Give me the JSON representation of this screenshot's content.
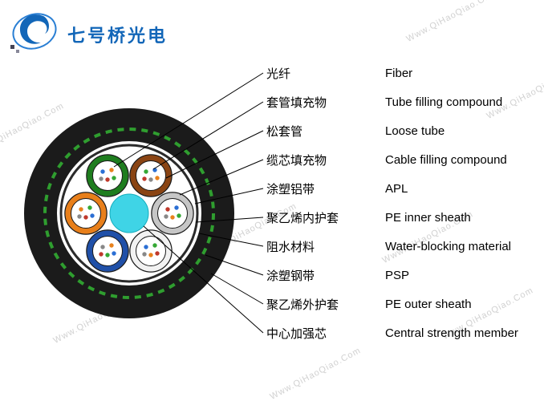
{
  "logo": {
    "text": "七号桥光电"
  },
  "watermark": {
    "text": "Www.QiHaoQiao.Com"
  },
  "labels": [
    {
      "cn": "光纤",
      "en": "Fiber"
    },
    {
      "cn": "套管填充物",
      "en": "Tube filling compound"
    },
    {
      "cn": "松套管",
      "en": "Loose tube"
    },
    {
      "cn": "缆芯填充物",
      "en": "Cable filling compound"
    },
    {
      "cn": "涂塑铝带",
      "en": "APL"
    },
    {
      "cn": "聚乙烯内护套",
      "en": "PE inner sheath"
    },
    {
      "cn": "阻水材料",
      "en": "Water-blocking material"
    },
    {
      "cn": "涂塑钢带",
      "en": "PSP"
    },
    {
      "cn": "聚乙烯外护套",
      "en": "PE outer sheath"
    },
    {
      "cn": "中心加强芯",
      "en": "Central strength member"
    }
  ],
  "colors": {
    "logo_blue": "#1266b8",
    "watermark_gray": "#c9c9c9",
    "outer_sheath_black": "#1b1b1b",
    "water_block_green": "#2f9e2f",
    "central_cyan": "#3fd4e6",
    "tube_green": "#1e7d1e",
    "tube_brown": "#8a4413",
    "tube_orange": "#e87f1a",
    "tube_gray": "#c6c6c6",
    "tube_blue": "#2050a8",
    "tube_white": "#f2f2f2"
  }
}
